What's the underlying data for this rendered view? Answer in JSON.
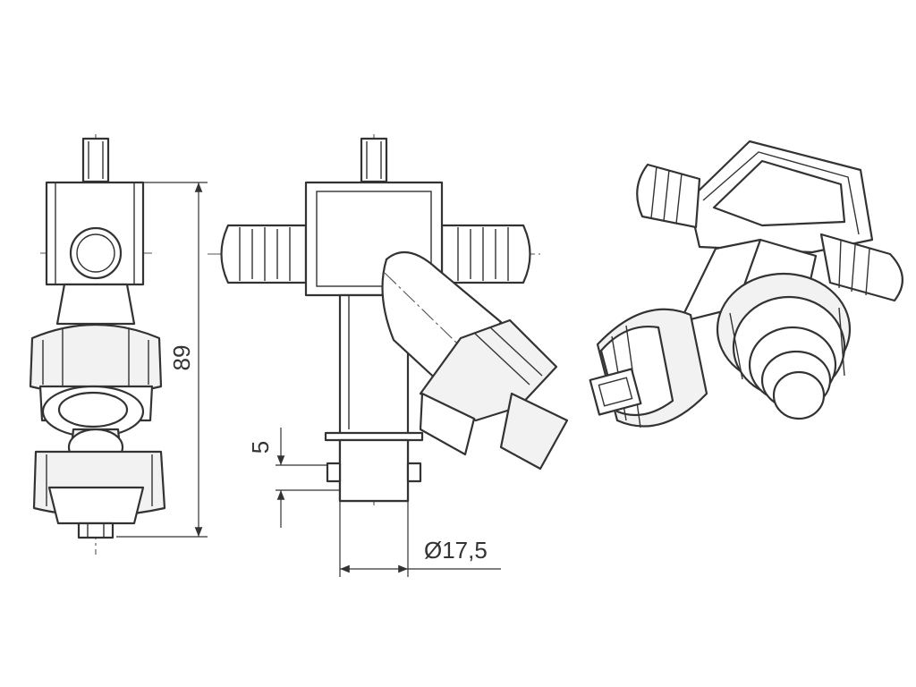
{
  "dimensions": {
    "overall_height": "89",
    "collar_height": "5",
    "outlet_diameter": "Ø17,5"
  },
  "colors": {
    "line": "#333333",
    "background": "#ffffff"
  }
}
